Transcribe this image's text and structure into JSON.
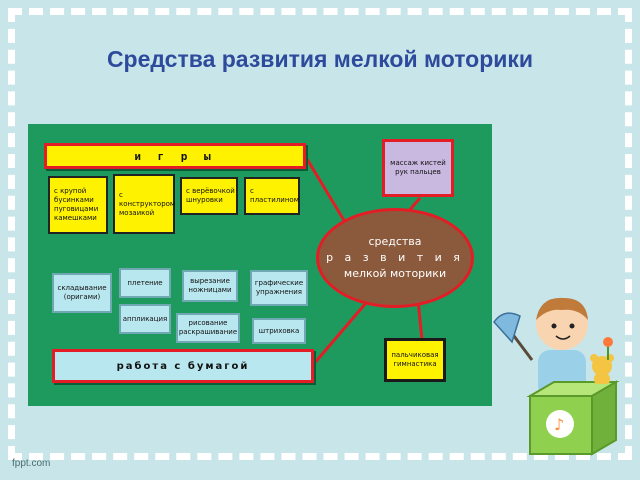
{
  "title": "Средства развития мелкой моторики",
  "center": {
    "line1": "средства",
    "line2": "р а з в и т и я",
    "line3": "мелкой моторики"
  },
  "games_bar": "и г р ы",
  "paper_bar": "работа с бумагой",
  "games": [
    {
      "text": "с крупой бусинками пуговицами камешками"
    },
    {
      "text": "с конструктором мозаикой"
    },
    {
      "text": "с верёвочкой шнуровки"
    },
    {
      "text": "с пластилином"
    }
  ],
  "paper": [
    {
      "text": "складывание (оригами)"
    },
    {
      "text": "плетение"
    },
    {
      "text": "вырезание ножницами"
    },
    {
      "text": "графические упражнения"
    },
    {
      "text": "аппликация"
    },
    {
      "text": "рисование раскрашивание"
    },
    {
      "text": "штриховка"
    }
  ],
  "massage": "массаж кистей рук пальцев",
  "finger_gym": "пальчиковая гимнастика",
  "footer": "fppt.com",
  "colors": {
    "board": "#1f9a5e",
    "yellow": "#fff200",
    "cyan": "#b9e7ef",
    "ellipse": "#8b5a3c",
    "title": "#2e4a9c",
    "massage": "#c9b8e0"
  }
}
